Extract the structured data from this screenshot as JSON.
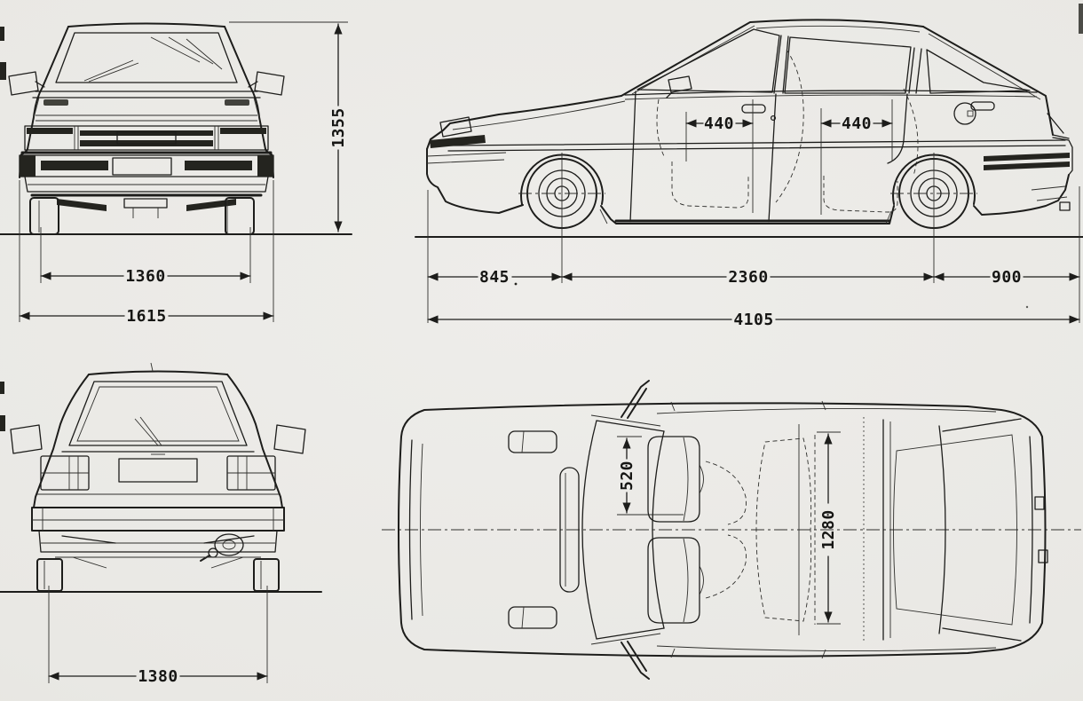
{
  "colors": {
    "paper": "#e9e8e4",
    "ink": "#1d1d1b"
  },
  "views": {
    "front": {
      "overall_height": "1355",
      "front_track": "1360",
      "overall_width": "1615"
    },
    "side": {
      "front_overhang": "845",
      "wheelbase": "2360",
      "rear_overhang": "900",
      "overall_length": "4105",
      "front_door_opening": "440",
      "rear_door_opening": "440"
    },
    "rear": {
      "rear_track": "1380"
    },
    "top": {
      "seat_width": "520",
      "interior_width": "1280"
    }
  }
}
